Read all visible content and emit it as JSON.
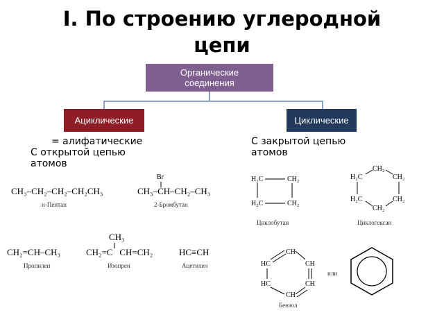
{
  "title_line1": "I. По строению углеродной",
  "title_line2": "цепи",
  "root_box": {
    "line1": "Органические",
    "line2": "соединения"
  },
  "acyclic_box": "Ациклические",
  "cyclic_box": "Циклические",
  "acyclic_desc": {
    "line1": "= алифатические",
    "line2": "С открытой цепью",
    "line3": "атомов"
  },
  "cyclic_desc": {
    "line1": "С закрытой цепью",
    "line2": "атомов"
  },
  "formulas": {
    "pentane": "CH₃–CH₂–CH₂–CH₂CH₃",
    "pentane_name": "н-Пентан",
    "bromobutane_sub": "Br",
    "bromobutane": "CH₃–CH–CH₂–CH₃",
    "bromobutane_name": "2-Бромбутан",
    "propylene": "CH₂=CH–CH₃",
    "propylene_name": "Пропилен",
    "isoprene_top": "CH₃",
    "isoprene": "CH₂=C   CH=CH₂",
    "isoprene_name": "Изопрен",
    "acetylene": "HC≡CH",
    "acetylene_name": "Ацетилен",
    "cyclobutane_h2c_top": "H₂C",
    "cyclobutane_ch2_top": "CH₂",
    "cyclobutane_h2c_bot": "H₂C",
    "cyclobutane_ch2_bot": "CH₂",
    "cyclobutane_name": "Циклобутан",
    "cyclohexane_ch2_top": "CH₂",
    "cyclohexane_h2c_ul": "H₂C",
    "cyclohexane_ch2_ur": "CH₂",
    "cyclohexane_h2c_ll": "H₂C",
    "cyclohexane_ch2_lr": "CH₂",
    "cyclohexane_ch2_bot": "CH₂",
    "cyclohexane_name": "Циклогексан",
    "benzene_ch_top": "CH",
    "benzene_hc_ul": "HC",
    "benzene_ch_ur": "CH",
    "benzene_hc_ll": "HC",
    "benzene_ch_lr": "CH",
    "benzene_ch_bot": "CH",
    "benzene_or": "или",
    "benzene_name": "Бензол"
  }
}
